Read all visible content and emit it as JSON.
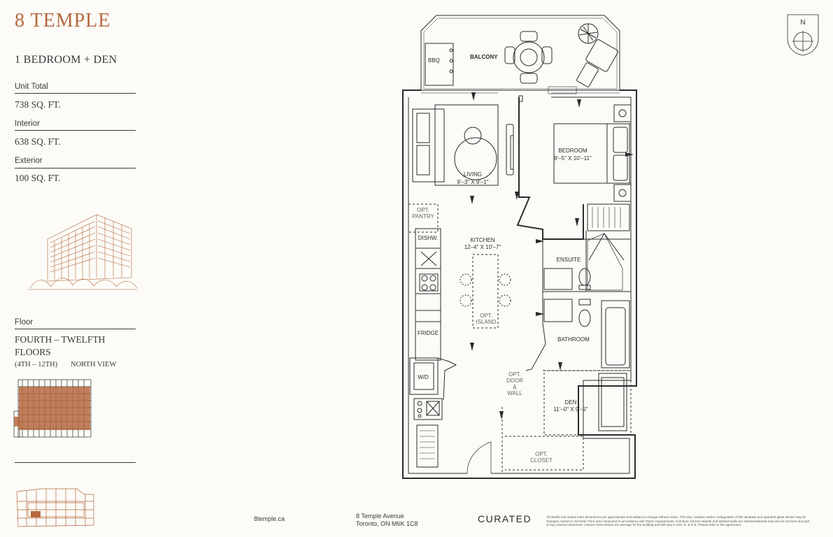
{
  "brand": "8 TEMPLE",
  "unit_type": "1 BEDROOM + DEN",
  "areas": {
    "unit_total_label": "Unit Total",
    "unit_total_value": "738 SQ. FT.",
    "interior_label": "Interior",
    "interior_value": "638 SQ. FT.",
    "exterior_label": "Exterior",
    "exterior_value": "100 SQ. FT."
  },
  "floor": {
    "label": "Floor",
    "range": "FOURTH – TWELFTH FLOORS",
    "short": "(4TH – 12TH)",
    "view": "NORTH VIEW"
  },
  "plan": {
    "balcony": "BALCONY",
    "bbq": "BBQ",
    "living": "LIVING",
    "living_dim": "9'–3\" X 9'–1\"",
    "bedroom": "BEDROOM",
    "bedroom_dim": "9'–5\" X 10'–11\"",
    "opt_pantry_1": "OPT.",
    "opt_pantry_2": "PANTRY",
    "kitchen": "KITCHEN",
    "kitchen_dim": "12–4\" X 10'–7\"",
    "dishw": "DISHW.",
    "fridge": "FRIDGE",
    "opt_island_1": "OPT.",
    "opt_island_2": "ISLAND",
    "ensuite": "ENSUITE",
    "bathroom": "BATHROOM",
    "wd": "W/D",
    "opt_door_1": "OPT.",
    "opt_door_2": "DOOR",
    "opt_door_3": "&",
    "opt_door_4": "WALL",
    "den": "DEN",
    "den_dim": "11'–0\" X 9'–5\"",
    "opt_closet_1": "OPT.",
    "opt_closet_2": "CLOSET",
    "compass": "N"
  },
  "footer": {
    "website": "8temple.ca",
    "address_1": "8 Temple Avenue",
    "address_2": "Toronto, ON M6K 1C8",
    "developer": "CURATED",
    "disclaimer": "All details and stated room dimensions are approximate and subject to change without notice. The size, location and/or configuration of the windows and spandrel glass shown may be changed, varied or mirrored. Floor area measured in accordance with Tarion requirements. Furniture, kitchen islands and dashed walls are representational only and do not form any part of any contract document. Column sizes shown are average for the building and will vary in size. E. & O.E. Please refer to the agreement."
  },
  "colors": {
    "brand": "#b5683e",
    "line": "#2b2b2b",
    "background": "#fcfbf7"
  }
}
